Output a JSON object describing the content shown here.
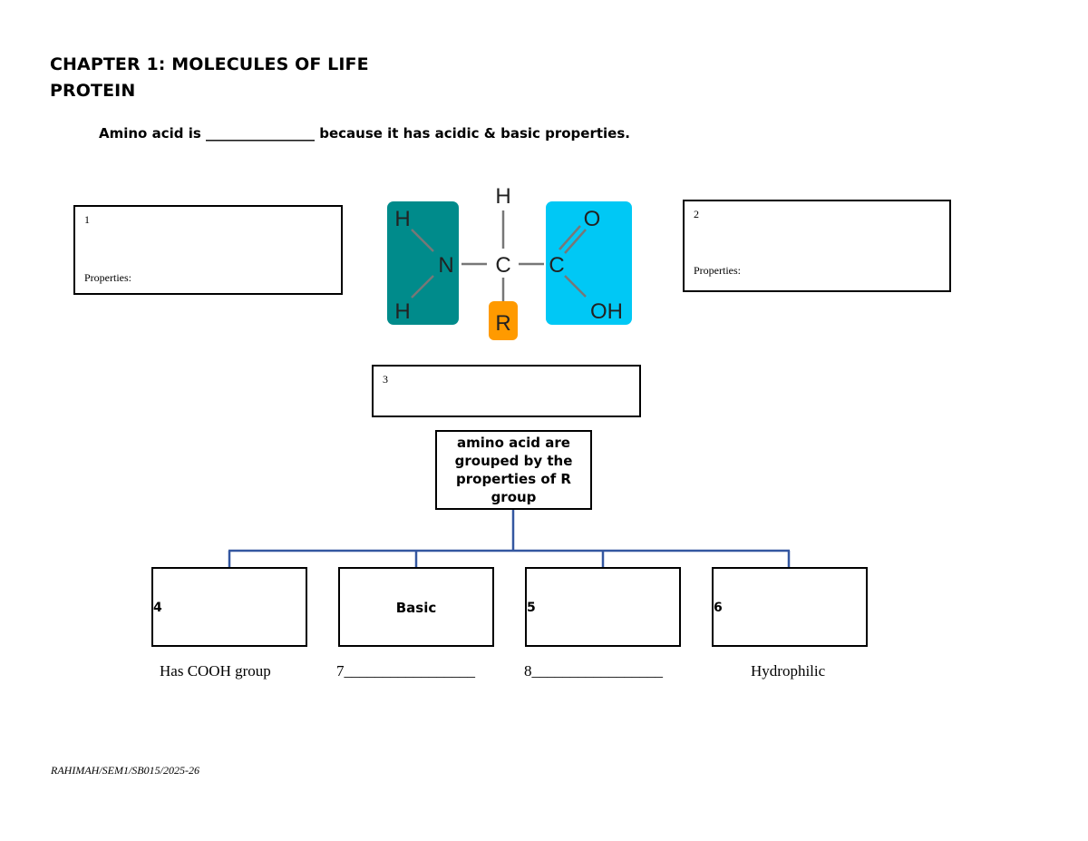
{
  "document": {
    "chapter_title": "CHAPTER 1: MOLECULES OF LIFE",
    "section_title": "PROTEIN",
    "intro_sentence": "Amino acid is ________________ because it has acidic & basic properties.",
    "footer": "RAHIMAH/SEM1/SB015/2025-26"
  },
  "diagram": {
    "atoms": {
      "h_top": "H",
      "h_left_top": "H",
      "h_left_bottom": "H",
      "n": "N",
      "c_alpha": "C",
      "c_carboxyl": "C",
      "o_double": "O",
      "oh": "OH",
      "r": "R"
    },
    "colors": {
      "amine_group": "#008b8b",
      "carboxyl_group": "#00c8f5",
      "r_group": "#ff9a00",
      "bond": "#777777",
      "connector": "#3457a0"
    }
  },
  "boxes": {
    "box1": {
      "number": "1",
      "properties_label": "Properties:"
    },
    "box2": {
      "number": "2",
      "properties_label": "Properties:"
    },
    "box3": {
      "number": "3"
    }
  },
  "classification": {
    "root_text": "amino acid are grouped by the properties of R group",
    "categories": [
      {
        "number": "4",
        "label": "",
        "below_text": "Has COOH group"
      },
      {
        "number": "",
        "label": "Basic",
        "below_text": "7_________________"
      },
      {
        "number": "5",
        "label": "",
        "below_text": "8_________________"
      },
      {
        "number": "6",
        "label": "",
        "below_text": "Hydrophilic"
      }
    ]
  }
}
